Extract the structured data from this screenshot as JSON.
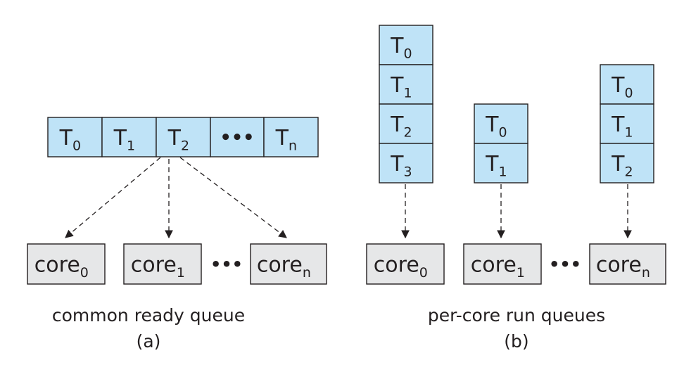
{
  "panel_a": {
    "queue": [
      {
        "base": "T",
        "sub": "0"
      },
      {
        "base": "T",
        "sub": "1"
      },
      {
        "base": "T",
        "sub": "2"
      },
      {
        "ellipsis": "•••"
      },
      {
        "base": "T",
        "sub": "n"
      }
    ],
    "cores": [
      {
        "base": "core",
        "sub": "0"
      },
      {
        "base": "core",
        "sub": "1"
      },
      {
        "base": "core",
        "sub": "n"
      }
    ],
    "core_ellipsis": "•••",
    "caption": "common ready queue",
    "label": "(a)"
  },
  "panel_b": {
    "queues": [
      [
        {
          "base": "T",
          "sub": "0"
        },
        {
          "base": "T",
          "sub": "1"
        },
        {
          "base": "T",
          "sub": "2"
        },
        {
          "base": "T",
          "sub": "3"
        }
      ],
      [
        {
          "base": "T",
          "sub": "0"
        },
        {
          "base": "T",
          "sub": "1"
        }
      ],
      [
        {
          "base": "T",
          "sub": "0"
        },
        {
          "base": "T",
          "sub": "1"
        },
        {
          "base": "T",
          "sub": "2"
        }
      ]
    ],
    "cores": [
      {
        "base": "core",
        "sub": "0"
      },
      {
        "base": "core",
        "sub": "1"
      },
      {
        "base": "core",
        "sub": "n"
      }
    ],
    "core_ellipsis": "•••",
    "caption": "per-core run queues",
    "label": "(b)"
  },
  "colors": {
    "task_fill": "#bfe3f7",
    "core_fill": "#e6e7e8",
    "ink": "#231f20"
  }
}
